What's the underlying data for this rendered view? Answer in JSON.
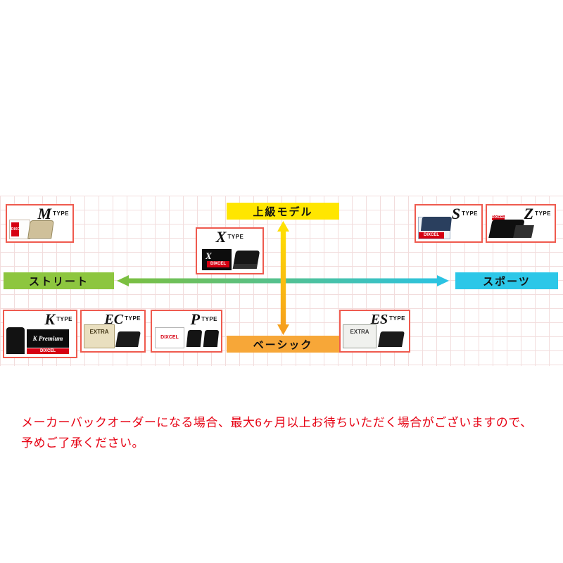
{
  "brand": "DIXCEL",
  "chart": {
    "axes": {
      "top": "上級モデル",
      "bottom": "ベーシック",
      "left": "ストリート",
      "right": "スポーツ"
    },
    "type_suffix": "TYPE",
    "products": {
      "m": {
        "letter": "M"
      },
      "x": {
        "letter": "X"
      },
      "s": {
        "letter": "S"
      },
      "z": {
        "letter": "Z"
      },
      "k": {
        "letter": "K",
        "box_text": "K Premium"
      },
      "ec": {
        "letter": "EC",
        "box_text": "EXTRA"
      },
      "p": {
        "letter": "P"
      },
      "es": {
        "letter": "ES",
        "box_text": "EXTRA"
      }
    }
  },
  "note": {
    "line1": "メーカーバックオーダーになる場合、最大6ヶ月以上お待ちいただく場合がございますので、",
    "line2": "予めご了承ください。"
  },
  "colors": {
    "banner_top": "#ffe600",
    "banner_bottom": "#f7a738",
    "banner_left": "#8dc63f",
    "banner_right": "#2cc7e8",
    "card_border": "#ef5a4e",
    "brand_red": "#d60012",
    "note_text": "#e60012"
  }
}
